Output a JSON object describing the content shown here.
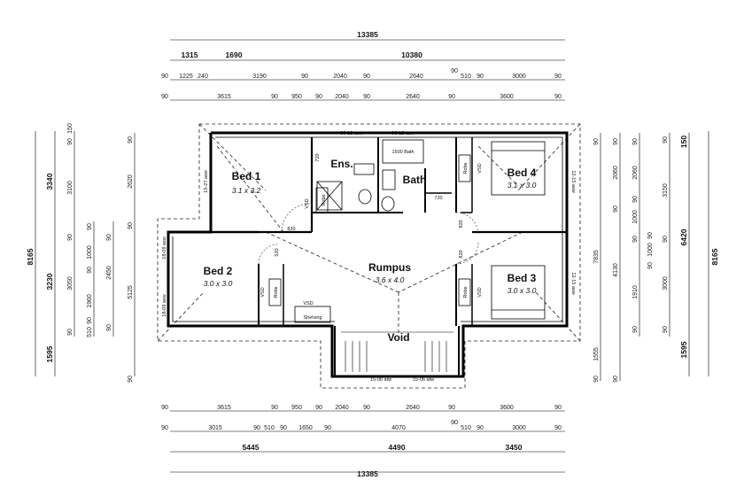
{
  "rooms": {
    "bed1": {
      "name": "Bed 1",
      "size": "3.1 x 3.2"
    },
    "bed2": {
      "name": "Bed 2",
      "size": "3.0 x 3.0"
    },
    "bed3": {
      "name": "Bed 3",
      "size": "3.0 x 3.0"
    },
    "bed4": {
      "name": "Bed 4",
      "size": "3.1 x 3.0"
    },
    "rumpus": {
      "name": "Rumpus",
      "size": "3.6 x 4.0"
    },
    "ens": {
      "name": "Ens."
    },
    "bath": {
      "name": "Bath"
    },
    "void": {
      "name": "Void"
    }
  },
  "fixtures": {
    "robe": "Robe",
    "vsd": "VSD",
    "shelving": "Shelving",
    "bath_tub": "1500 Bath"
  },
  "doors": {
    "d820": "820",
    "d720": "720",
    "d520": "520"
  },
  "windows": {
    "w0912": "09-12 asw",
    "w0612": "06-12 asw",
    "w1527": "15-27 asw",
    "w1809a": "18-09 asw",
    "w1809b": "18-09 asw",
    "w1215a": "12-15 asw",
    "w1215b": "12-15 asw",
    "w1506a": "15-06 afw",
    "w1506b": "15-06 afw"
  },
  "dims_top": {
    "overall": "13385",
    "r2": [
      "1315",
      "1690",
      "10380"
    ],
    "r3": [
      "90",
      "1225",
      "240",
      "3190",
      "90",
      "2040",
      "90",
      "2640",
      "90",
      "510",
      "90",
      "3000",
      "90"
    ],
    "r4": [
      "90",
      "3615",
      "90",
      "950",
      "90",
      "2040",
      "90",
      "2640",
      "90",
      "3600",
      "90"
    ]
  },
  "dims_bottom": {
    "r1": [
      "90",
      "3615",
      "90",
      "950",
      "90",
      "2040",
      "90",
      "2640",
      "90",
      "3600",
      "90"
    ],
    "r2": [
      "90",
      "3015",
      "90",
      "510",
      "90",
      "1650",
      "90",
      "4070",
      "90",
      "510",
      "90",
      "3000",
      "90"
    ],
    "r3": [
      "5445",
      "4490",
      "3450"
    ],
    "overall": "13385"
  },
  "dims_left": {
    "overall": "8165",
    "segs": [
      "3340",
      "3230",
      "1595"
    ],
    "r2": [
      "150",
      "90",
      "3100",
      "90",
      "3050",
      "90"
    ],
    "r3": [
      "90",
      "1000",
      "90",
      "1960",
      "90",
      "510"
    ],
    "r4": [
      "90",
      "2450",
      "90"
    ],
    "r5": [
      "90",
      "2620",
      "90",
      "5125",
      "90"
    ]
  },
  "dims_right": {
    "overall": "8165",
    "segs": [
      "150",
      "6420",
      "1595"
    ],
    "r2": [
      "90",
      "3150",
      "90",
      "3000",
      "90"
    ],
    "r3": [
      "90",
      "1000",
      "90"
    ],
    "r4": [
      "90",
      "2060",
      "90",
      "1000",
      "90",
      "1910",
      "90"
    ],
    "r5": [
      "90",
      "2060",
      "90",
      "4130",
      "90"
    ],
    "r6": [
      "90",
      "7835",
      "1555",
      "90"
    ]
  }
}
